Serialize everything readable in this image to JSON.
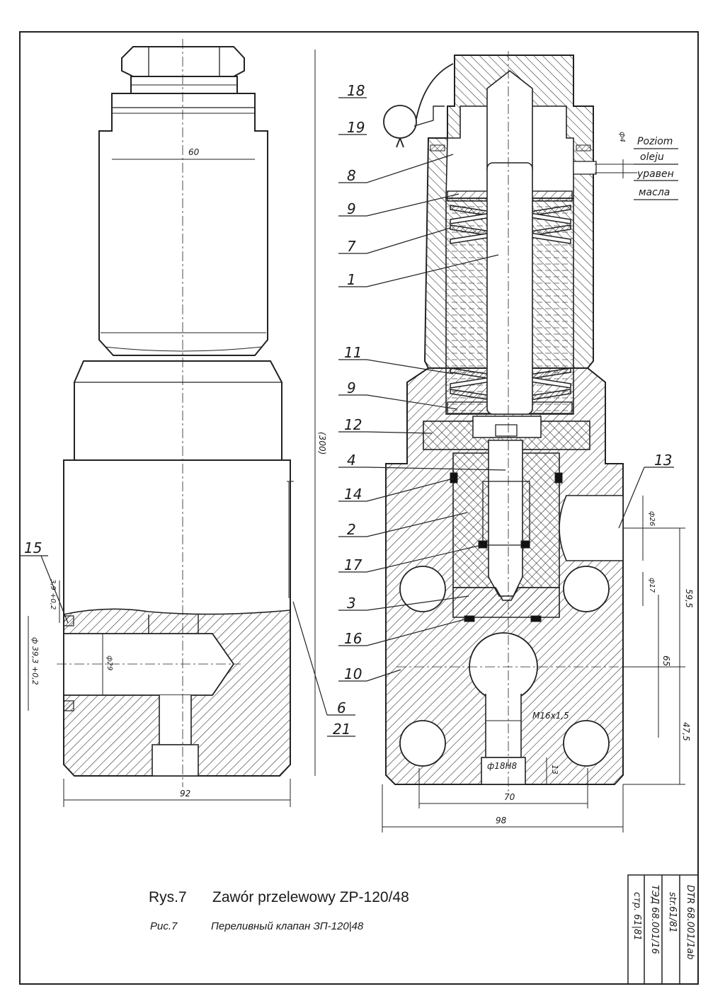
{
  "callouts_left": [
    "18",
    "19",
    "8",
    "9",
    "7",
    "1",
    "11",
    "9",
    "12",
    "4",
    "14",
    "2",
    "17",
    "3",
    "16",
    "10"
  ],
  "callouts_other": {
    "c13": "13",
    "c15": "15",
    "c6": "6",
    "c21": "21"
  },
  "oil_level": {
    "pl_line1": "Poziom",
    "pl_line2": "oleju",
    "ru_line1": "уравен",
    "ru_line2": "масла"
  },
  "dimensions": {
    "d60": "60",
    "d300": "(300)",
    "d92": "92",
    "d98": "98",
    "d70": "70",
    "d4": "ф4",
    "d26": "ф26",
    "d17": "ф17",
    "d595": "59,5",
    "d65": "65",
    "d475": "47,5",
    "d13": "13",
    "m16": "M16x1,5",
    "d18": "ф18H8",
    "d29": "ф29",
    "d393": "ф 39,3 +0,2",
    "d39": "3,9 +0,2"
  },
  "caption": {
    "pl_fig": "Rys.7",
    "pl_title": "Zawór  przelewowy  ZP-120/48",
    "ru_fig": "Рис.7",
    "ru_title": "Переливный  клапан  ЗП-120|48"
  },
  "title_block": {
    "c1": "DTR 68.001/1ab",
    "c2": "str.61/81",
    "c3": "ТЭД 68.001/16",
    "c4": "стр. 61|81"
  }
}
